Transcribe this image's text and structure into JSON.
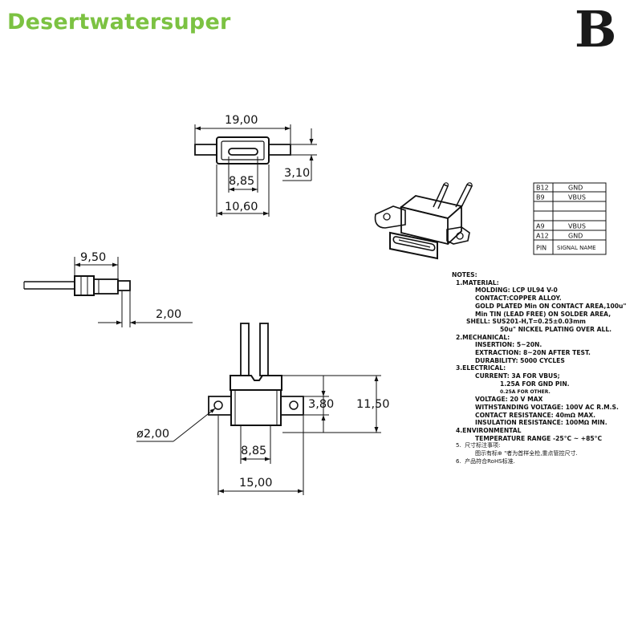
{
  "brand": {
    "name": "Desertwatersuper",
    "badge": "B",
    "brand_color": "#7cc242"
  },
  "dimensions": {
    "top_width": "19,00",
    "top_port": "8,85",
    "top_body": "10,60",
    "top_height": "3,10",
    "side_length": "9,50",
    "side_offset": "2,00",
    "front_body_height": "3,80",
    "front_total_height": "11,50",
    "front_hole": "ø2,00",
    "front_port": "8,85",
    "front_width": "15,00"
  },
  "pin_table": {
    "rows": [
      {
        "pin": "B12",
        "signal": "GND"
      },
      {
        "pin": "B9",
        "signal": "VBUS"
      },
      {
        "pin": "",
        "signal": ""
      },
      {
        "pin": "",
        "signal": ""
      },
      {
        "pin": "A9",
        "signal": "VBUS"
      },
      {
        "pin": "A12",
        "signal": "GND"
      },
      {
        "pin": "PIN",
        "signal": "SIGNAL NAME"
      }
    ]
  },
  "notes": {
    "heading": "NOTES:",
    "material": {
      "title": "1.MATERIAL:",
      "molding": "MOLDING: LCP UL94 V-0",
      "contact": "CONTACT:COPPER ALLOY.",
      "plating1": "GOLD PLATED Min ON CONTACT AREA,100u\"",
      "plating2": "Min TIN (LEAD FREE) ON SOLDER AREA,",
      "shell": "SHELL: SUS201-H,T=0.25±0.03mm",
      "shell2": "50u\" NICKEL PLATING OVER ALL."
    },
    "mechanical": {
      "title": "2.MECHANICAL:",
      "insertion": "INSERTION: 5~20N.",
      "extraction": "EXTRACTION: 8~20N AFTER TEST.",
      "durability": "DURABILITY: 5000 CYCLES"
    },
    "electrical": {
      "title": "3.ELECTRICAL:",
      "current": "CURRENT: 3A FOR VBUS;",
      "current2": "1.25A FOR GND PIN.",
      "current3": "0.25A FOR OTHER.",
      "voltage": "VOLTAGE: 20 V MAX",
      "withstanding": "WITHSTANDING VOLTAGE: 100V AC R.M.S.",
      "contact_res": "CONTACT RESISTANCE: 40mΩ MAX.",
      "insulation": "INSULATION RESISTANCE: 100MΩ MIN."
    },
    "environmental": {
      "title": "4.ENVIRONMENTAL",
      "temperature": "TEMPERATURE RANGE -25°C ~ +85°C"
    },
    "note5_title": "5.  尺寸标注事项:",
    "note5_body": "图示有标⊕ \"者为首样全检,重点管控尺寸.",
    "note6": "6.  产品符合RoHS标准."
  }
}
